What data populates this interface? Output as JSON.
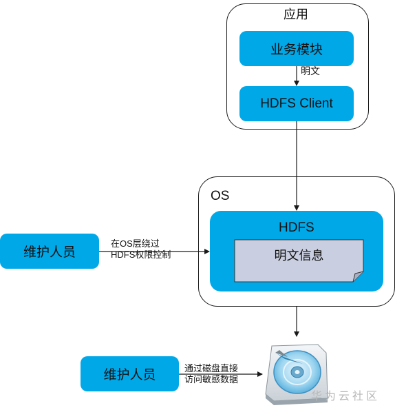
{
  "application": {
    "title": "应用",
    "business_module": "业务模块",
    "hdfs_client": "HDFS Client",
    "plaintext_label": "明文"
  },
  "os": {
    "title": "OS",
    "hdfs": "HDFS",
    "plaintext_info": "明文信息"
  },
  "maintainer_top": {
    "label": "维护人员",
    "arrow_text_line1": "在OS层绕过",
    "arrow_text_line2": "HDFS权限控制"
  },
  "maintainer_bottom": {
    "label": "维护人员",
    "arrow_text_line1": "通过磁盘直接",
    "arrow_text_line2": "访问敏感数据"
  },
  "disk": {
    "icon": "hard-disk-icon"
  },
  "watermark": "华为云社区",
  "colors": {
    "box_blue": "#00a8e8",
    "document_gray": "#c9cfe0",
    "border": "#1a1a1a"
  }
}
